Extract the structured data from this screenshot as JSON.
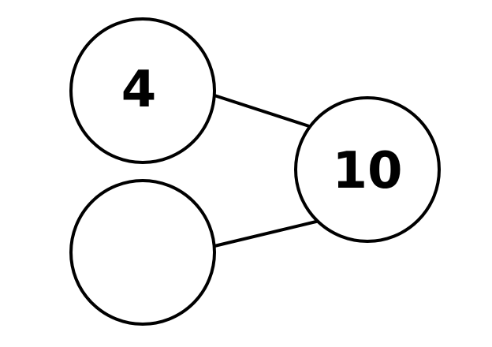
{
  "diagram": {
    "nodes": [
      {
        "id": "part-top",
        "value": "4"
      },
      {
        "id": "part-bottom",
        "value": ""
      },
      {
        "id": "whole",
        "value": "10"
      }
    ],
    "edges": [
      {
        "from": "part-top",
        "to": "whole"
      },
      {
        "from": "part-bottom",
        "to": "whole"
      }
    ],
    "colors": {
      "stroke": "#000000",
      "fill": "#ffffff",
      "text": "#000000"
    }
  }
}
